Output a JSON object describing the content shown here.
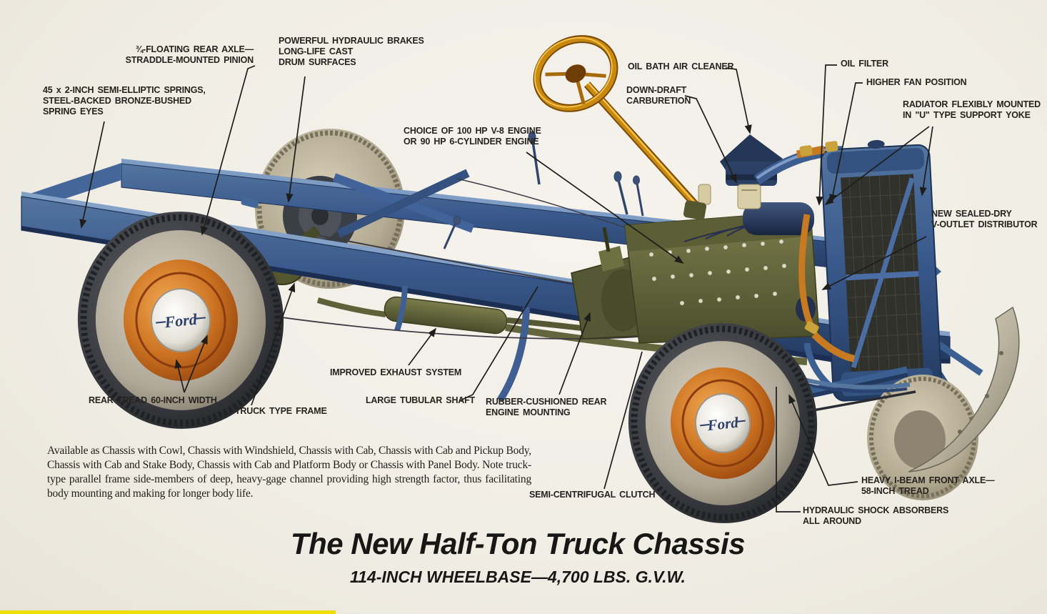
{
  "page": {
    "title": "The New Half-Ton Truck Chassis",
    "subtitle": "114-INCH WHEELBASE—4,700 LBS. G.V.W.",
    "description": "Available as Chassis with Cowl, Chassis with Windshield, Chassis with Cab, Chassis with Cab and Pickup Body, Chassis with Cab and Stake Body, Chassis with Cab and Platform Body or Chassis with Panel Body. Note truck-type parallel frame side-members of deep, heavy-gage channel providing high strength factor, thus facilitating body mounting and making for longer body life.",
    "hubcap_logo": "Ford"
  },
  "callouts": [
    {
      "id": "floating-rear-axle",
      "text": "¾-FLOATING REAR AXLE—\nSTRADDLE-MOUNTED PINION"
    },
    {
      "id": "hydraulic-brakes",
      "text": "POWERFUL HYDRAULIC BRAKES\nLONG-LIFE CAST\nDRUM SURFACES"
    },
    {
      "id": "semi-elliptic-springs",
      "text": "45 x 2-INCH SEMI-ELLIPTIC SPRINGS,\nSTEEL-BACKED BRONZE-BUSHED\nSPRING EYES"
    },
    {
      "id": "engine-choice",
      "text": "CHOICE OF 100 HP V-8 ENGINE\nOR 90 HP 6-CYLINDER ENGINE"
    },
    {
      "id": "oil-bath-air-cleaner",
      "text": "OIL BATH AIR CLEANER"
    },
    {
      "id": "down-draft-carburetion",
      "text": "DOWN-DRAFT\nCARBURETION"
    },
    {
      "id": "oil-filter",
      "text": "OIL FILTER"
    },
    {
      "id": "higher-fan-position",
      "text": "HIGHER FAN POSITION"
    },
    {
      "id": "radiator-mounting",
      "text": "RADIATOR FLEXIBLY MOUNTED\nIN \"U\" TYPE SUPPORT YOKE"
    },
    {
      "id": "sealed-dry-distributor",
      "text": "NEW SEALED-DRY\nV-OUTLET DISTRIBUTOR"
    },
    {
      "id": "improved-exhaust",
      "text": "IMPROVED EXHAUST SYSTEM"
    },
    {
      "id": "large-tubular-shaft",
      "text": "LARGE TUBULAR SHAFT"
    },
    {
      "id": "rubber-cushioned-mounting",
      "text": "RUBBER-CUSHIONED REAR\nENGINE MOUNTING"
    },
    {
      "id": "semi-centrifugal-clutch",
      "text": "SEMI-CENTRIFUGAL CLUTCH"
    },
    {
      "id": "rear-tread",
      "text": "REAR TREAD 60-INCH WIDTH"
    },
    {
      "id": "truck-type-frame",
      "text": "TRUCK TYPE FRAME"
    },
    {
      "id": "heavy-i-beam-axle",
      "text": "HEAVY I-BEAM FRONT AXLE—\n58-INCH TREAD"
    },
    {
      "id": "hydraulic-shocks",
      "text": "HYDRAULIC SHOCK ABSORBERS\nALL AROUND"
    }
  ],
  "colors": {
    "paper": "#f1eee6",
    "frame_blue": "#3c5f92",
    "rim_orange": "#c4661c",
    "engine_olive": "#66683c",
    "steering_gold": "#c9880e",
    "radiator_core": "#30312b",
    "label_ink": "#26231e",
    "bottom_strip_yellow": "#f0df07"
  }
}
